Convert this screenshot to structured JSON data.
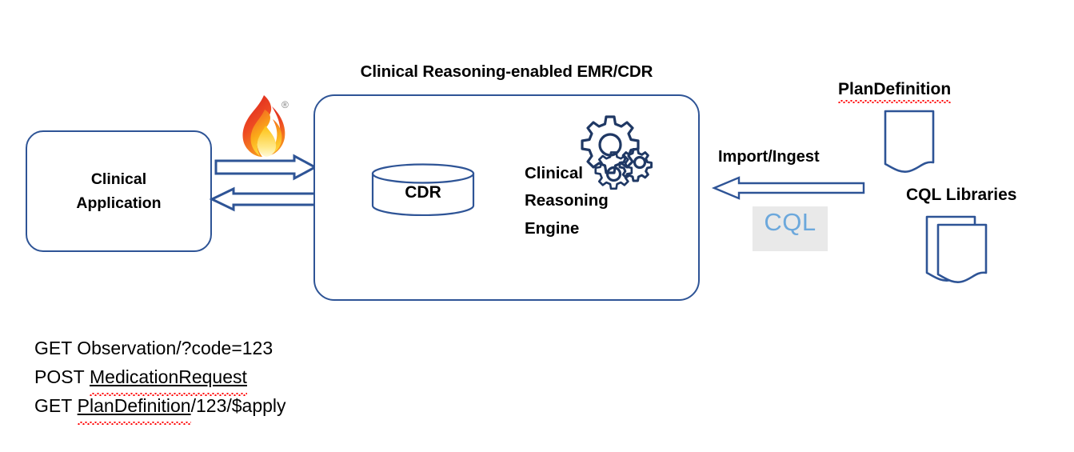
{
  "diagram": {
    "title": "Clinical Reasoning-enabled EMR/CDR",
    "left_box": {
      "label_line1": "Clinical",
      "label_line2": "Application",
      "name": "Clinical Application"
    },
    "emr_box": {
      "cdr_label": "CDR",
      "engine_line1": "Clinical",
      "engine_line2": "Reasoning",
      "engine_line3": "Engine"
    },
    "flows": {
      "fhir_request_arrow": "request",
      "fhir_response_arrow": "response",
      "import_label": "Import/Ingest"
    },
    "artifacts": {
      "plandefinition_title": "PlanDefinition",
      "cql_libraries_title": "CQL Libraries",
      "cql_logo_text": "CQL"
    },
    "rest_calls": [
      {
        "verb": "GET",
        "rest": " Observation/?code=123",
        "misspelled": "",
        "tail": ""
      },
      {
        "verb": "POST",
        "rest": " ",
        "misspelled": "MedicationRequest",
        "tail": ""
      },
      {
        "verb": "GET",
        "rest": " ",
        "misspelled": "PlanDefinition",
        "tail": "/123/$apply"
      }
    ],
    "rest_text": {
      "line1": "GET Observation/?code=123",
      "line2": "POST MedicationRequest",
      "line3": "GET PlanDefinition/123/$apply"
    },
    "icons": {
      "fhir_flame": "fhir-flame-icon",
      "registered_mark": "®",
      "gears": "gears-icon",
      "database": "database-cylinder-icon",
      "document": "document-icon",
      "documents_stack": "documents-stack-icon"
    },
    "colors": {
      "box_border": "#2E5496",
      "arrow_stroke": "#2E5496",
      "gear_stroke": "#1F3864",
      "cylinder_stroke": "#2E5496",
      "spellcheck_underline": "#FF0000",
      "cql_logo_text": "#6CA8DC",
      "cql_logo_background": "#E9E9E9",
      "flame_red": "#E3211B",
      "flame_orange": "#F5821F",
      "flame_yellow": "#FFDD55",
      "text": "#000000",
      "background": "#FFFFFF"
    }
  }
}
